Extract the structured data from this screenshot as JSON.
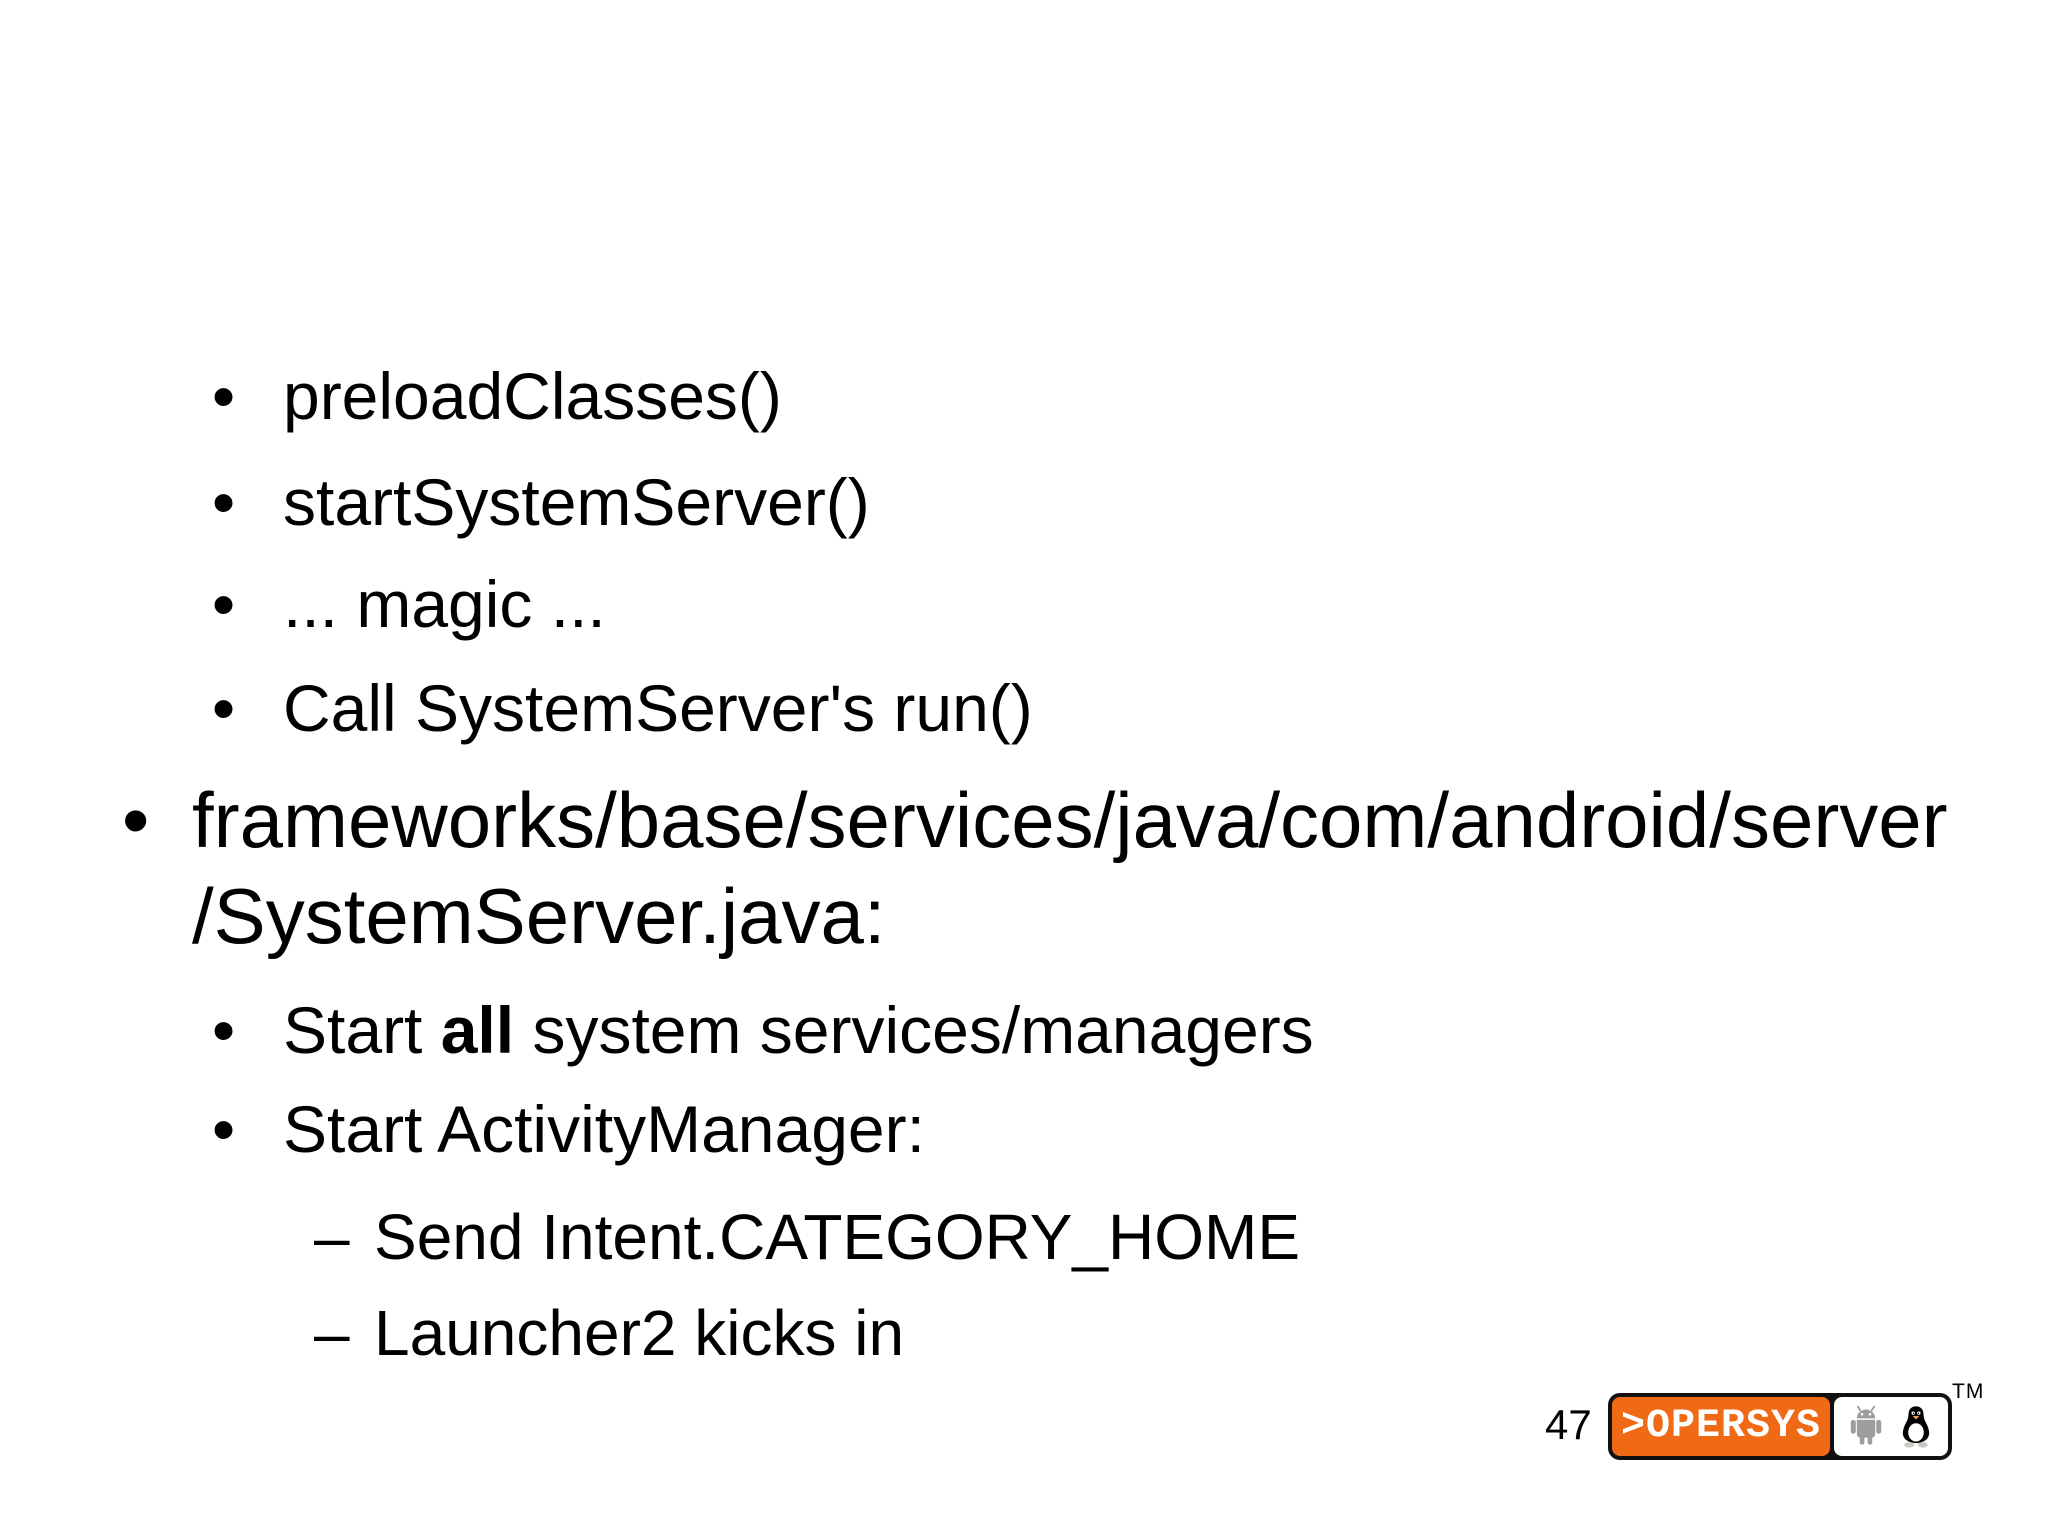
{
  "slide": {
    "background_color": "#ffffff",
    "text_color": "#000000"
  },
  "content": {
    "level2_group1": [
      {
        "bullet": "•",
        "text": "preloadClasses()"
      },
      {
        "bullet": "•",
        "text": "startSystemServer()"
      },
      {
        "bullet": "•",
        "text": "... magic ..."
      },
      {
        "bullet": "•",
        "text": "Call SystemServer's run()"
      }
    ],
    "level1": {
      "bullet": "•",
      "line1": "frameworks/base/services/java/com/android/server",
      "line2": "/SystemServer.java:"
    },
    "level2_group2": {
      "item1": {
        "bullet": "•",
        "prefix": "Start ",
        "bold_word": "all",
        "suffix": " system services/managers"
      },
      "item2": {
        "bullet": "•",
        "text": "Start ActivityManager:"
      }
    },
    "level3": [
      {
        "dash": "–",
        "text": "Send Intent.CATEGORY_HOME"
      },
      {
        "dash": "–",
        "text": "Launcher2 kicks in"
      }
    ]
  },
  "footer": {
    "page_number": "47",
    "logo": {
      "wordmark": ">OPERSYS",
      "trademark": "TM",
      "brand_orange": "#F06A15",
      "android_gray": "#9d9d9d",
      "icons": [
        "android-icon",
        "tux-icon"
      ]
    }
  }
}
